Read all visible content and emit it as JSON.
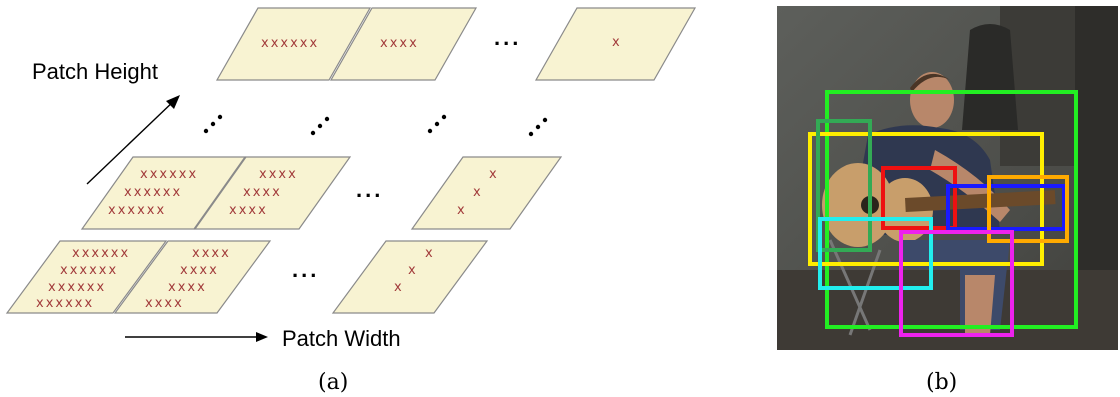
{
  "panel_a": {
    "axis_height_label": "Patch Height",
    "axis_width_label": "Patch Width",
    "ellipsis_h": "...",
    "caption": "(a)",
    "rows": [
      {
        "name": "top",
        "patches": [
          {
            "marks": [
              "xxxxxx"
            ]
          },
          {
            "marks": [
              "xxxx"
            ]
          },
          {
            "marks": [
              "x"
            ]
          }
        ]
      },
      {
        "name": "middle",
        "patches": [
          {
            "marks": [
              "xxxxxx",
              "xxxxxx",
              "xxxxxx"
            ]
          },
          {
            "marks": [
              "xxxx",
              "xxxx",
              "xxxx"
            ]
          },
          {
            "marks": [
              "x",
              "x",
              "x"
            ]
          }
        ]
      },
      {
        "name": "bottom",
        "patches": [
          {
            "marks": [
              "xxxxxx",
              "xxxxxx",
              "xxxxxx",
              "xxxxxx"
            ]
          },
          {
            "marks": [
              "xxxx",
              "xxxx",
              "xxxx",
              "xxxx"
            ]
          },
          {
            "marks": [
              "x",
              "x",
              "x"
            ]
          }
        ]
      }
    ]
  },
  "panel_b": {
    "caption": "(b)",
    "box_colors": {
      "green": "#22ee22",
      "yellow": "#ffee00",
      "dark_green": "#33aa55",
      "red": "#ee1111",
      "blue": "#1a1aff",
      "orange": "#ffaa00",
      "cyan": "#22eeee",
      "magenta": "#ee22ee"
    }
  },
  "colors": {
    "patch_fill": "#f8f3d2",
    "patch_stroke": "#8a8a8a",
    "mark": "#a23b3b"
  }
}
